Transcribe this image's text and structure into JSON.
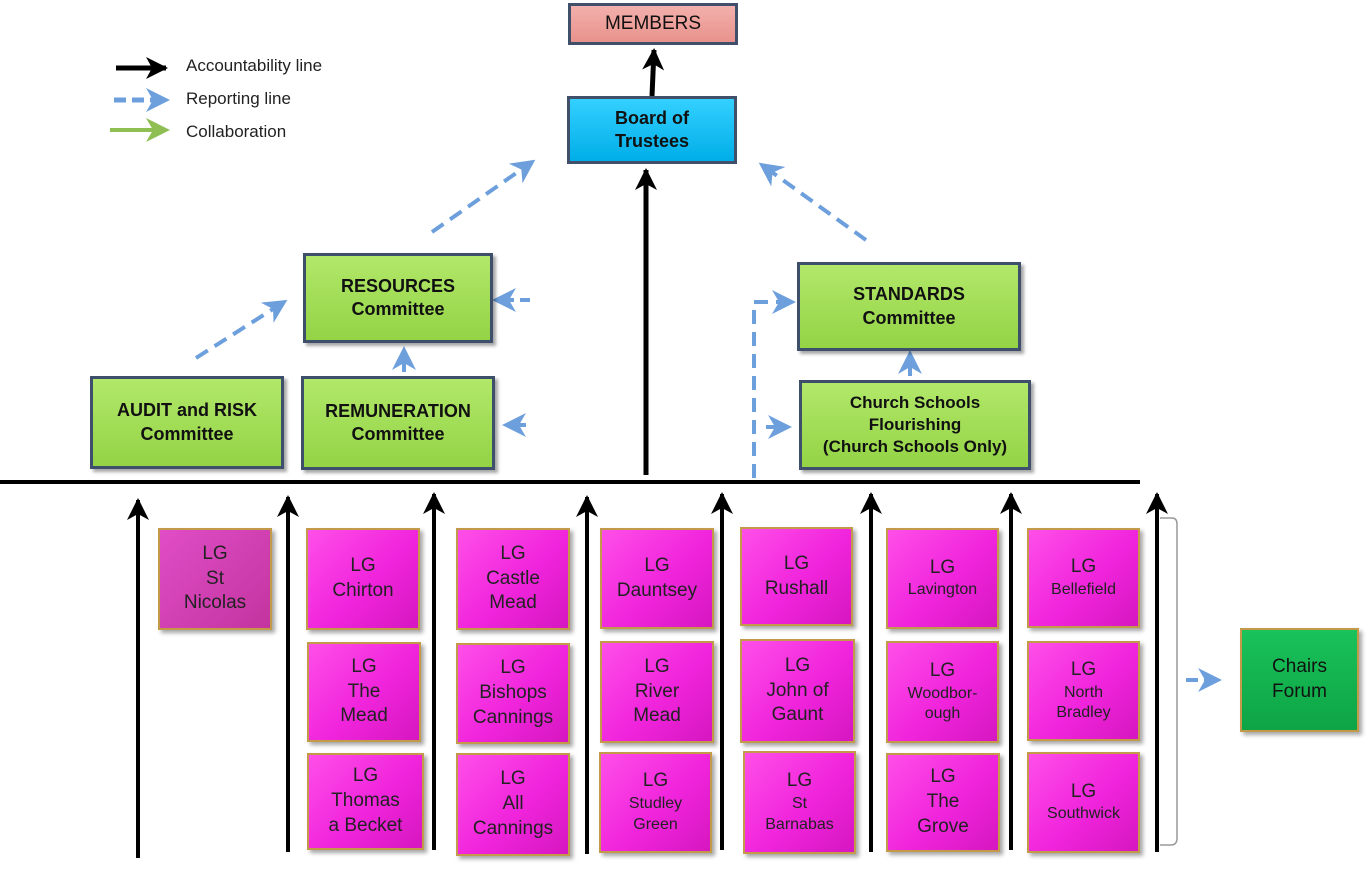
{
  "legend": {
    "accountability": "Accountability line",
    "reporting": "Reporting line",
    "collaboration": "Collaboration"
  },
  "members": "MEMBERS",
  "board": [
    "Board of",
    "Trustees"
  ],
  "committees": {
    "resources": [
      "RESOURCES",
      "Committee"
    ],
    "standards": [
      "STANDARDS",
      "Committee"
    ],
    "audit": [
      "AUDIT and RISK",
      "Committee"
    ],
    "remuneration": [
      "REMUNERATION",
      "Committee"
    ],
    "church_schools": [
      "Church Schools",
      "Flourishing",
      "(Church Schools Only)"
    ]
  },
  "local_governing": [
    [
      "LG",
      "St",
      "Nicolas"
    ],
    [
      "LG",
      "Chirton"
    ],
    [
      "LG",
      "The",
      "Mead"
    ],
    [
      "LG",
      "Thomas",
      "a Becket"
    ],
    [
      "LG",
      "Castle",
      "Mead"
    ],
    [
      "LG",
      "Bishops",
      "Cannings"
    ],
    [
      "LG",
      "All",
      "Cannings"
    ],
    [
      "LG",
      "Dauntsey"
    ],
    [
      "LG",
      "River",
      "Mead"
    ],
    [
      "LG",
      "Studley",
      "Green"
    ],
    [
      "LG",
      "Rushall"
    ],
    [
      "LG",
      "John of",
      "Gaunt"
    ],
    [
      "LG",
      "St",
      "Barnabas"
    ],
    [
      "LG",
      "Lavington"
    ],
    [
      "LG",
      "Woodbor-",
      "ough"
    ],
    [
      "LG",
      "The",
      "Grove"
    ],
    [
      "LG",
      "Bellefield"
    ],
    [
      "LG",
      "North",
      "Bradley"
    ],
    [
      "LG",
      "Southwick"
    ]
  ],
  "chairs_forum": [
    "Chairs",
    "Forum"
  ],
  "colors": {
    "accountability": "#000000",
    "reporting": "#6d9fdc",
    "collaboration": "#8fbf52",
    "lg_fill": "#f024dc",
    "committee_fill": "#9ddc55",
    "board_fill": "#00b0f0",
    "members_fill": "#f0a09a",
    "chairs_fill": "#12b04e"
  }
}
